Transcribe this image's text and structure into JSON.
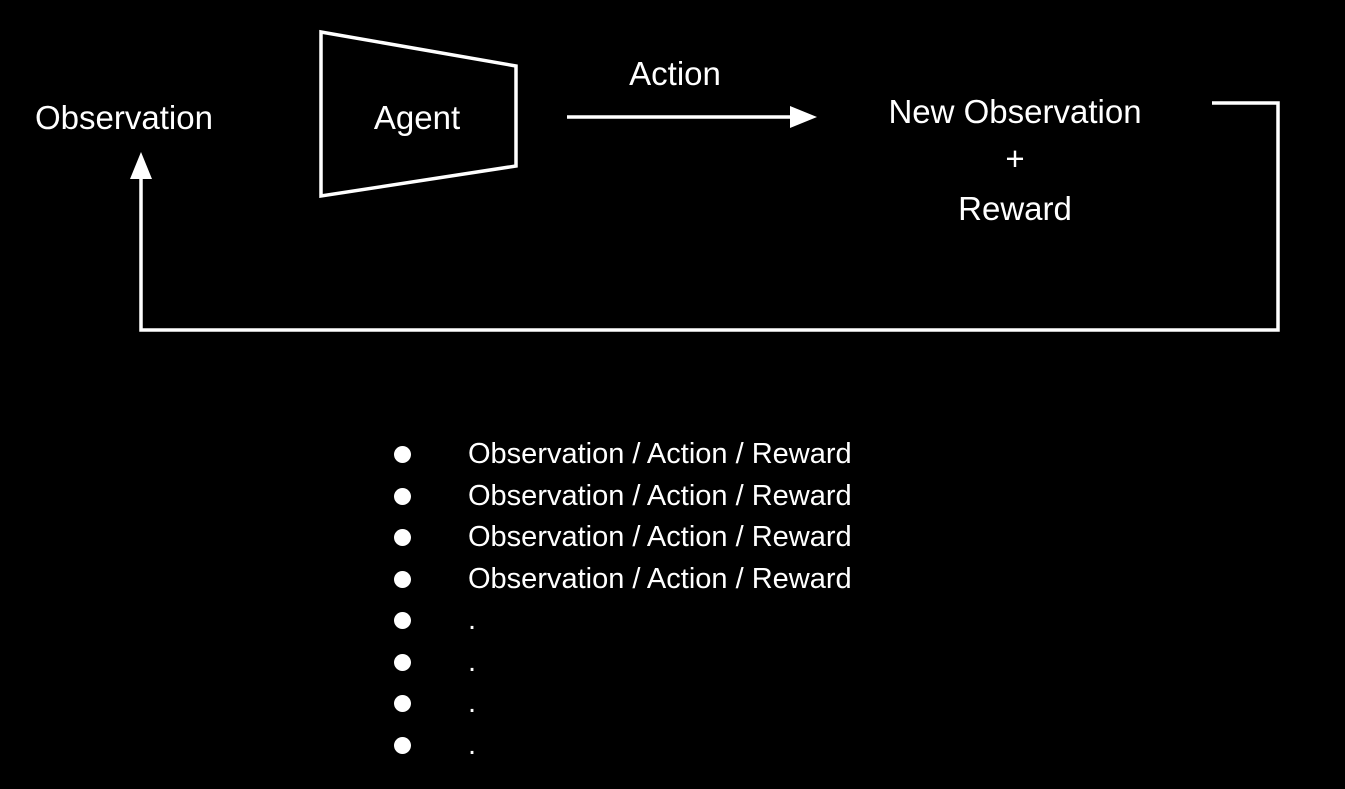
{
  "colors": {
    "background": "#000000",
    "foreground": "#ffffff"
  },
  "diagram": {
    "observation_label": "Observation",
    "agent_label": "Agent",
    "action_label": "Action",
    "new_observation_label": "New Observation",
    "plus_label": "+",
    "reward_label": "Reward"
  },
  "list": {
    "items": [
      {
        "text": "Observation / Action / Reward"
      },
      {
        "text": "Observation / Action / Reward"
      },
      {
        "text": "Observation / Action / Reward"
      },
      {
        "text": "Observation / Action / Reward"
      },
      {
        "text": "."
      },
      {
        "text": "."
      },
      {
        "text": "."
      },
      {
        "text": "."
      }
    ]
  }
}
